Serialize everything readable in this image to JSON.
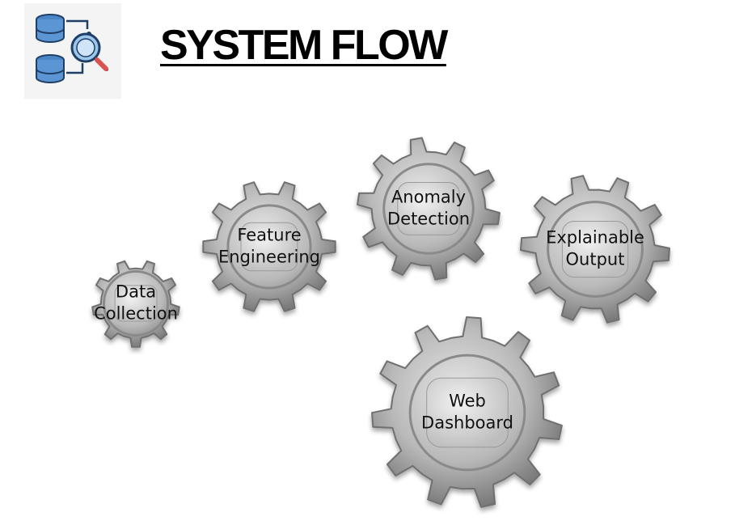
{
  "title": "SYSTEM FLOW",
  "logo_icon": "database-search-icon",
  "colors": {
    "gear_body": "#b8b8b8",
    "gear_dark": "#6f6f6f",
    "gear_light": "#e6e6e6",
    "logo_blue": "#4a86c5",
    "logo_red": "#d9534f",
    "text": "#111111"
  },
  "gears": [
    {
      "id": "data-collection",
      "lines": [
        "Data",
        "Collection"
      ]
    },
    {
      "id": "feature-engineering",
      "lines": [
        "Feature",
        "Engineering"
      ]
    },
    {
      "id": "anomaly-detection",
      "lines": [
        "Anomaly",
        "Detection"
      ]
    },
    {
      "id": "explainable-output",
      "lines": [
        "Explainable",
        "Output"
      ]
    },
    {
      "id": "web-dashboard",
      "lines": [
        "Web",
        "Dashboard"
      ]
    }
  ]
}
